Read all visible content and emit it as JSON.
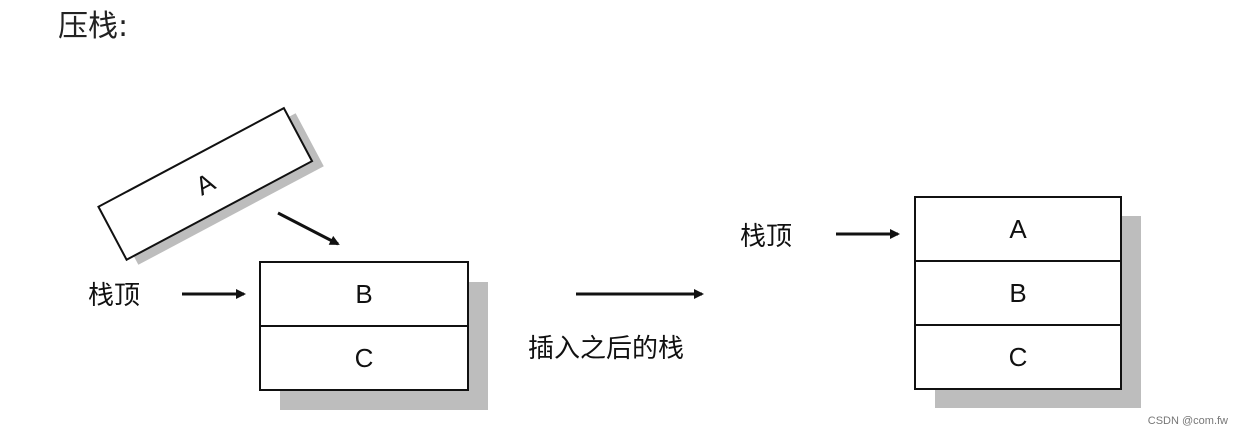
{
  "title": "压栈:",
  "before": {
    "incoming": "A",
    "stack_top_label": "栈顶",
    "cells": [
      "B",
      "C"
    ]
  },
  "transition_label": "插入之后的栈",
  "after": {
    "stack_top_label": "栈顶",
    "cells": [
      "A",
      "B",
      "C"
    ]
  },
  "watermark": "CSDN @com.fw",
  "colors": {
    "stroke": "#111111",
    "shadow": "#bdbdbd",
    "box_fill": "#ffffff"
  }
}
